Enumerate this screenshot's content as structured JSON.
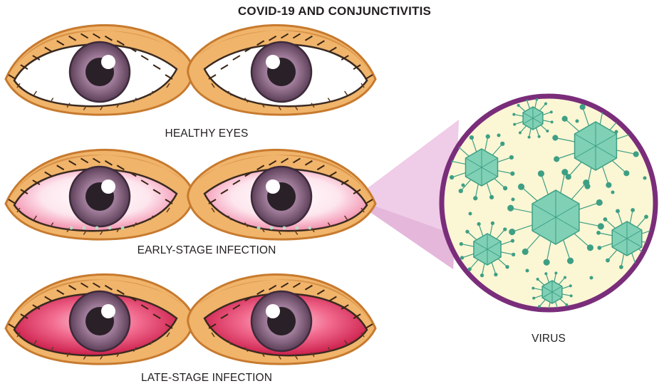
{
  "title": "COVID-19 AND CONJUNCTIVITIS",
  "stages": [
    {
      "label": "HEALTHY EYES",
      "redness": 0
    },
    {
      "label": "EARLY-STAGE INFECTION",
      "redness": 1
    },
    {
      "label": "LATE-STAGE INFECTION",
      "redness": 2
    }
  ],
  "virus_label": "VIRUS",
  "colors": {
    "lid_outer": "#c77a2e",
    "lid_inner": "#f0b46b",
    "iris": "#8e6c87",
    "pupil": "#2a2028",
    "sclera": "#ffffff",
    "redness_early": "#f3a0ba",
    "redness_late": "#e02d5a",
    "circle_border": "#7a2d7a",
    "circle_fill": "#fbf6d4",
    "magnifier_cone": "#e7b8dd",
    "virus_body": "#7fd0b5",
    "virus_lines": "#3d9f84"
  }
}
